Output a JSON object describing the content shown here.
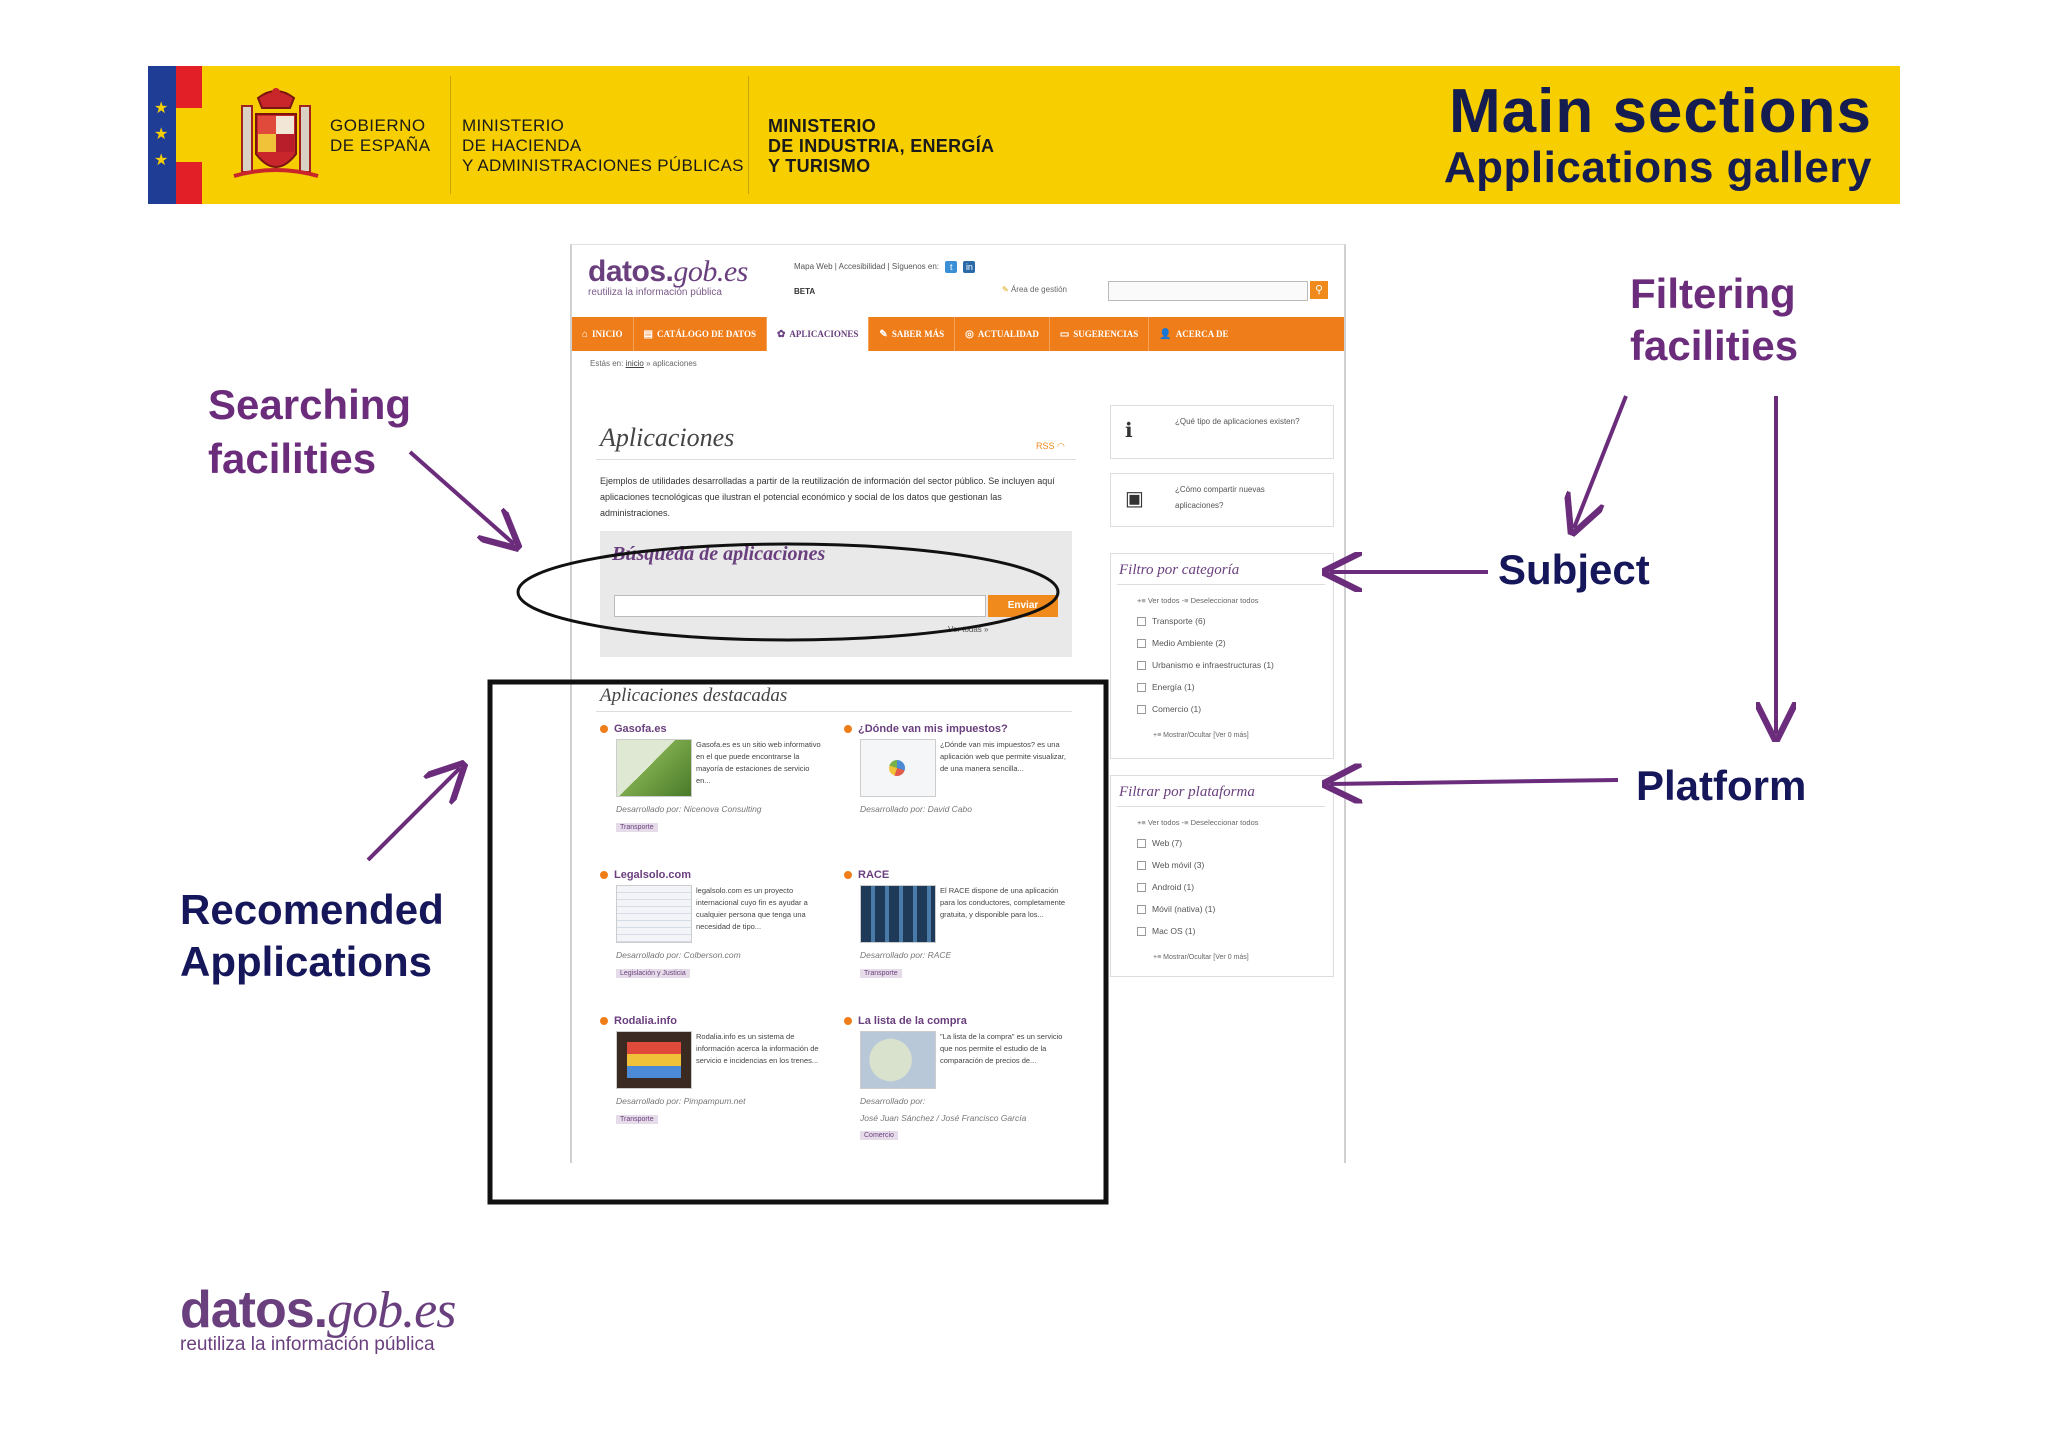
{
  "slide": {
    "title": "Main sections",
    "subtitle": "Applications gallery"
  },
  "header": {
    "gov_line": "GOBIERNO\nDE ESPAÑA",
    "ministry1": "MINISTERIO\nDE HACIENDA\nY ADMINISTRACIONES PÚBLICAS",
    "ministry2": "MINISTERIO\nDE INDUSTRIA, ENERGÍA\nY TURISMO"
  },
  "annotations": {
    "searching": "Searching\nfacilities",
    "filtering": "Filtering\nfacilities",
    "subject": "Subject",
    "platform": "Platform",
    "recommended": "Recomended\nApplications"
  },
  "site": {
    "logo_brand": "datos.",
    "logo_gob": "gob.es",
    "logo_tagline": "reutiliza la información pública",
    "top_links": "Mapa Web | Accesibilidad | Síguenos en:",
    "beta": "BETA",
    "area_gestion": "Área de gestión",
    "nav": [
      {
        "label": "INICIO",
        "icon": "home-icon",
        "glyph": "⌂"
      },
      {
        "label": "CATÁLOGO DE DATOS",
        "icon": "catalog-icon",
        "glyph": "▤"
      },
      {
        "label": "APLICACIONES",
        "icon": "gear-icon",
        "glyph": "✿"
      },
      {
        "label": "SABER MÁS",
        "icon": "tools-icon",
        "glyph": "✎"
      },
      {
        "label": "ACTUALIDAD",
        "icon": "news-icon",
        "glyph": "◎"
      },
      {
        "label": "SUGERENCIAS",
        "icon": "monitor-icon",
        "glyph": "▭"
      },
      {
        "label": "ACERCA DE",
        "icon": "user-icon",
        "glyph": "👤"
      }
    ],
    "breadcrumb": {
      "prefix": "Estás en:",
      "home": "inicio",
      "sep": "»",
      "current": "aplicaciones"
    },
    "apps_title": "Aplicaciones",
    "rss": "RSS",
    "apps_desc": "Ejemplos de utilidades desarrolladas a partir de la reutilización de información del sector público. Se incluyen aquí aplicaciones tecnológicas que ilustran el potencial económico y social de los datos que gestionan las administraciones.",
    "search": {
      "title": "Búsqueda de aplicaciones",
      "submit": "Enviar",
      "view_all": "Ver todas »",
      "value": ""
    },
    "featured_title": "Aplicaciones destacadas",
    "apps": [
      {
        "title": "Gasofa.es",
        "desc": "Gasofa.es es un sitio web informativo en el que puede encontrarse la mayoría de estaciones de servicio en...",
        "dev_label": "Desarrollado por:",
        "dev": "Nicenova Consulting",
        "tag": "Transporte",
        "thumb": "#7aa84a"
      },
      {
        "title": "¿Dónde van mis impuestos?",
        "desc": "¿Dónde van mis impuestos? es una aplicación web que permite visualizar, de una manera sencilla...",
        "dev_label": "Desarrollado por:",
        "dev": "David Cabo",
        "tag": "",
        "thumb": "#e8eef2"
      },
      {
        "title": "Legalsolo.com",
        "desc": "legalsolo.com es un proyecto internacional cuyo fin es ayudar a cualquier persona que tenga una necesidad de tipo...",
        "dev_label": "Desarrollado por:",
        "dev": "Colberson.com",
        "tag": "Legislación y Justicia",
        "thumb": "#eef0f4"
      },
      {
        "title": "RACE",
        "desc": "El RACE dispone de una aplicación para los conductores, completamente gratuita, y disponible para los...",
        "dev_label": "Desarrollado por:",
        "dev": "RACE",
        "tag": "Transporte",
        "thumb": "#2a4a6a"
      },
      {
        "title": "Rodalia.info",
        "desc": "Rodalia.info es un sistema de información acerca la información de servicio e incidencias en los trenes...",
        "dev_label": "Desarrollado por:",
        "dev": "Pimpampum.net",
        "tag": "Transporte",
        "thumb": "#5a3a2a"
      },
      {
        "title": "La lista de la compra",
        "desc": "\"La lista de la compra\" es un servicio que nos permite el estudio de la comparación de precios de...",
        "dev_label": "Desarrollado por:",
        "dev": "José Juan Sánchez / José Francisco García",
        "tag": "Comercio",
        "thumb": "#c9d6c0"
      }
    ],
    "side_boxes": [
      {
        "text": "¿Qué tipo de aplicaciones existen?",
        "icon": "info-person-icon",
        "glyph": "ℹ"
      },
      {
        "text": "¿Cómo compartir nuevas aplicaciones?",
        "icon": "share-app-icon",
        "glyph": "▣"
      }
    ],
    "filter_category": {
      "title": "Filtro por categoría",
      "links": "+≡ Ver todos   -≡ Deseleccionar todos",
      "items": [
        "Transporte (6)",
        "Medio Ambiente (2)",
        "Urbanismo e infraestructuras (1)",
        "Energía (1)",
        "Comercio (1)"
      ],
      "more": "+≡ Mostrar/Ocultar [Ver 0 más]"
    },
    "filter_platform": {
      "title": "Filtrar por plataforma",
      "links": "+≡ Ver todos   -≡ Deseleccionar todos",
      "items": [
        "Web (7)",
        "Web móvil (3)",
        "Android (1)",
        "Móvil (nativa) (1)",
        "Mac OS (1)"
      ],
      "more": "+≡ Mostrar/Ocultar [Ver 0 más]"
    }
  },
  "footer": {
    "brand": "datos.",
    "gob": "gob.es",
    "tagline": "reutiliza la información pública"
  },
  "colors": {
    "header_yellow": "#f7cf00",
    "title_navy": "#141c50",
    "annotation_purple": "#6a2c7b",
    "site_orange": "#ee7d1a",
    "brand_purple": "#6a3f7e"
  }
}
